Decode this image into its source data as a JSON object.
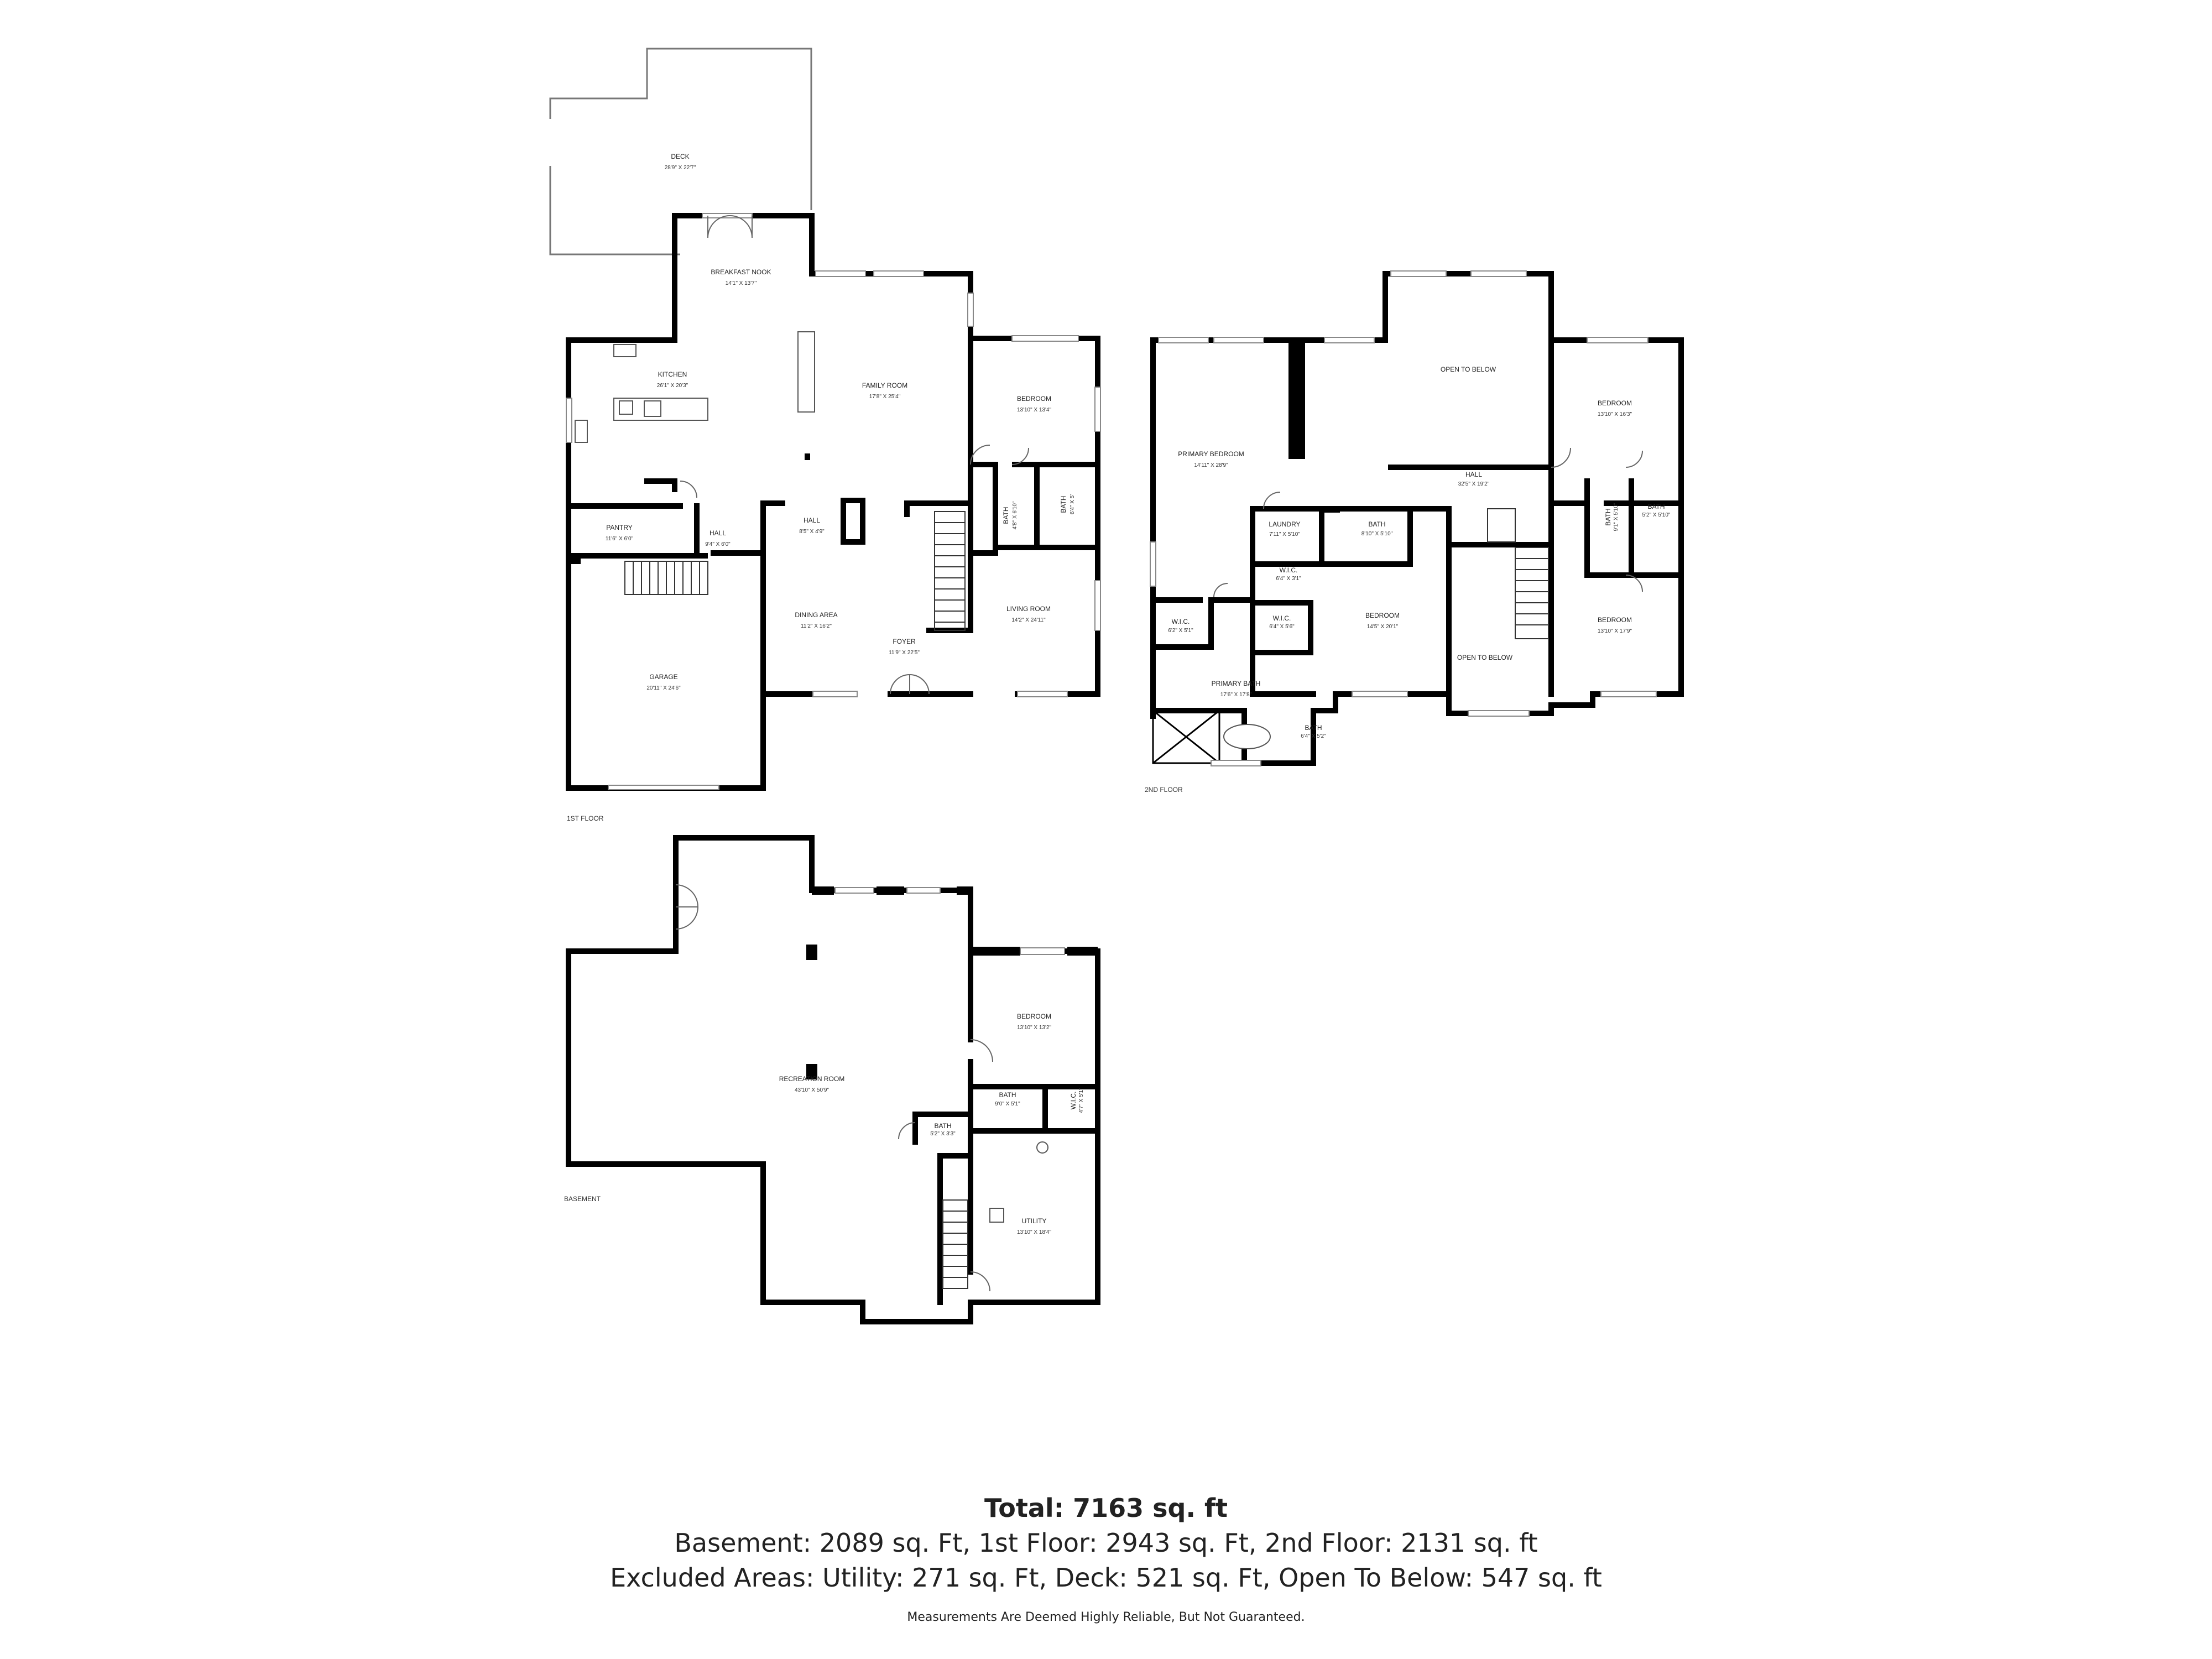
{
  "floors": {
    "first": "1ST FLOOR",
    "second": "2ND FLOOR",
    "basement": "BASEMENT"
  },
  "rooms": {
    "deck": {
      "name": "DECK",
      "dim": "28'9\" X 22'7\""
    },
    "breakfast_nook": {
      "name": "BREAKFAST NOOK",
      "dim": "14'1\" X 13'7\""
    },
    "kitchen": {
      "name": "KITCHEN",
      "dim": "26'1\" X 20'3\""
    },
    "family_room": {
      "name": "FAMILY ROOM",
      "dim": "17'8\" X 25'4\""
    },
    "bedroom_1f": {
      "name": "BEDROOM",
      "dim": "13'10\" X 13'4\""
    },
    "bath_1f_a": {
      "name": "BATH",
      "dim": "4'8\" X 6'10\""
    },
    "bath_1f_b": {
      "name": "BATH",
      "dim": "6'4\" X 5'"
    },
    "pantry": {
      "name": "PANTRY",
      "dim": "11'6\" X 6'0\""
    },
    "hall_small": {
      "name": "HALL",
      "dim": "9'4\" X 6'0\""
    },
    "hall_main": {
      "name": "HALL",
      "dim": "8'5\" X 4'9\""
    },
    "dining_area": {
      "name": "DINING AREA",
      "dim": "11'2\" X 16'2\""
    },
    "foyer": {
      "name": "FOYER",
      "dim": "11'9\" X 22'5\""
    },
    "living_room": {
      "name": "LIVING ROOM",
      "dim": "14'2\" X 24'11\""
    },
    "garage": {
      "name": "GARAGE",
      "dim": "20'11\" X 24'6\""
    },
    "primary_bedroom": {
      "name": "PRIMARY BEDROOM",
      "dim": "14'11\" X 28'9\""
    },
    "open_below_top": {
      "name": "OPEN TO BELOW"
    },
    "bedroom_2f_ne": {
      "name": "BEDROOM",
      "dim": "13'10\" X 16'3\""
    },
    "hall_2f": {
      "name": "HALL",
      "dim": "32'5\" X 19'2\""
    },
    "laundry": {
      "name": "LAUNDRY",
      "dim": "7'11\" X 5'10\""
    },
    "bath_2f_mid": {
      "name": "BATH",
      "dim": "8'10\" X 5'10\""
    },
    "wic_2f_small": {
      "name": "W.I.C.",
      "dim": "6'4\" X 3'1\""
    },
    "bath_2f_ne": {
      "name": "BATH",
      "dim": "9'1\" X 5'10\""
    },
    "bath_2f_e": {
      "name": "BATH",
      "dim": "5'2\" X 5'10\""
    },
    "wic_2f_left": {
      "name": "W.I.C.",
      "dim": "6'2\" X 5'1\""
    },
    "wic_2f_mid": {
      "name": "W.I.C.",
      "dim": "6'4\" X 5'6\""
    },
    "bedroom_2f_mid": {
      "name": "BEDROOM",
      "dim": "14'5\" X 20'1\""
    },
    "open_below_mid": {
      "name": "OPEN TO BELOW"
    },
    "bedroom_2f_se": {
      "name": "BEDROOM",
      "dim": "13'10\" X 17'9\""
    },
    "primary_bath": {
      "name": "PRIMARY BATH",
      "dim": "17'6\" X 17'8\""
    },
    "bath_2f_small": {
      "name": "BATH",
      "dim": "6'4\" X 5'2\""
    },
    "recreation_room": {
      "name": "RECREATION ROOM",
      "dim": "43'10\" X 50'9\""
    },
    "bedroom_bsmt": {
      "name": "BEDROOM",
      "dim": "13'10\" X 13'2\""
    },
    "bath_bsmt": {
      "name": "BATH",
      "dim": "9'0\" X 5'1\""
    },
    "wic_bsmt": {
      "name": "W.I.C.",
      "dim": "4'7\" X 5'1\""
    },
    "bath_bsmt_small": {
      "name": "BATH",
      "dim": "5'2\" X 3'3\""
    },
    "utility": {
      "name": "UTILITY",
      "dim": "13'10\" X 18'4\""
    }
  },
  "summary": {
    "total": "Total: 7163 sq. ft",
    "line1": "Basement: 2089 sq. Ft, 1st Floor: 2943 sq. Ft, 2nd Floor: 2131 sq. ft",
    "line2": "Excluded Areas: Utility: 271 sq. Ft, Deck: 521 sq. Ft, Open To Below: 547 sq. ft",
    "disclaimer": "Measurements Are Deemed Highly Reliable, But Not Guaranteed."
  }
}
